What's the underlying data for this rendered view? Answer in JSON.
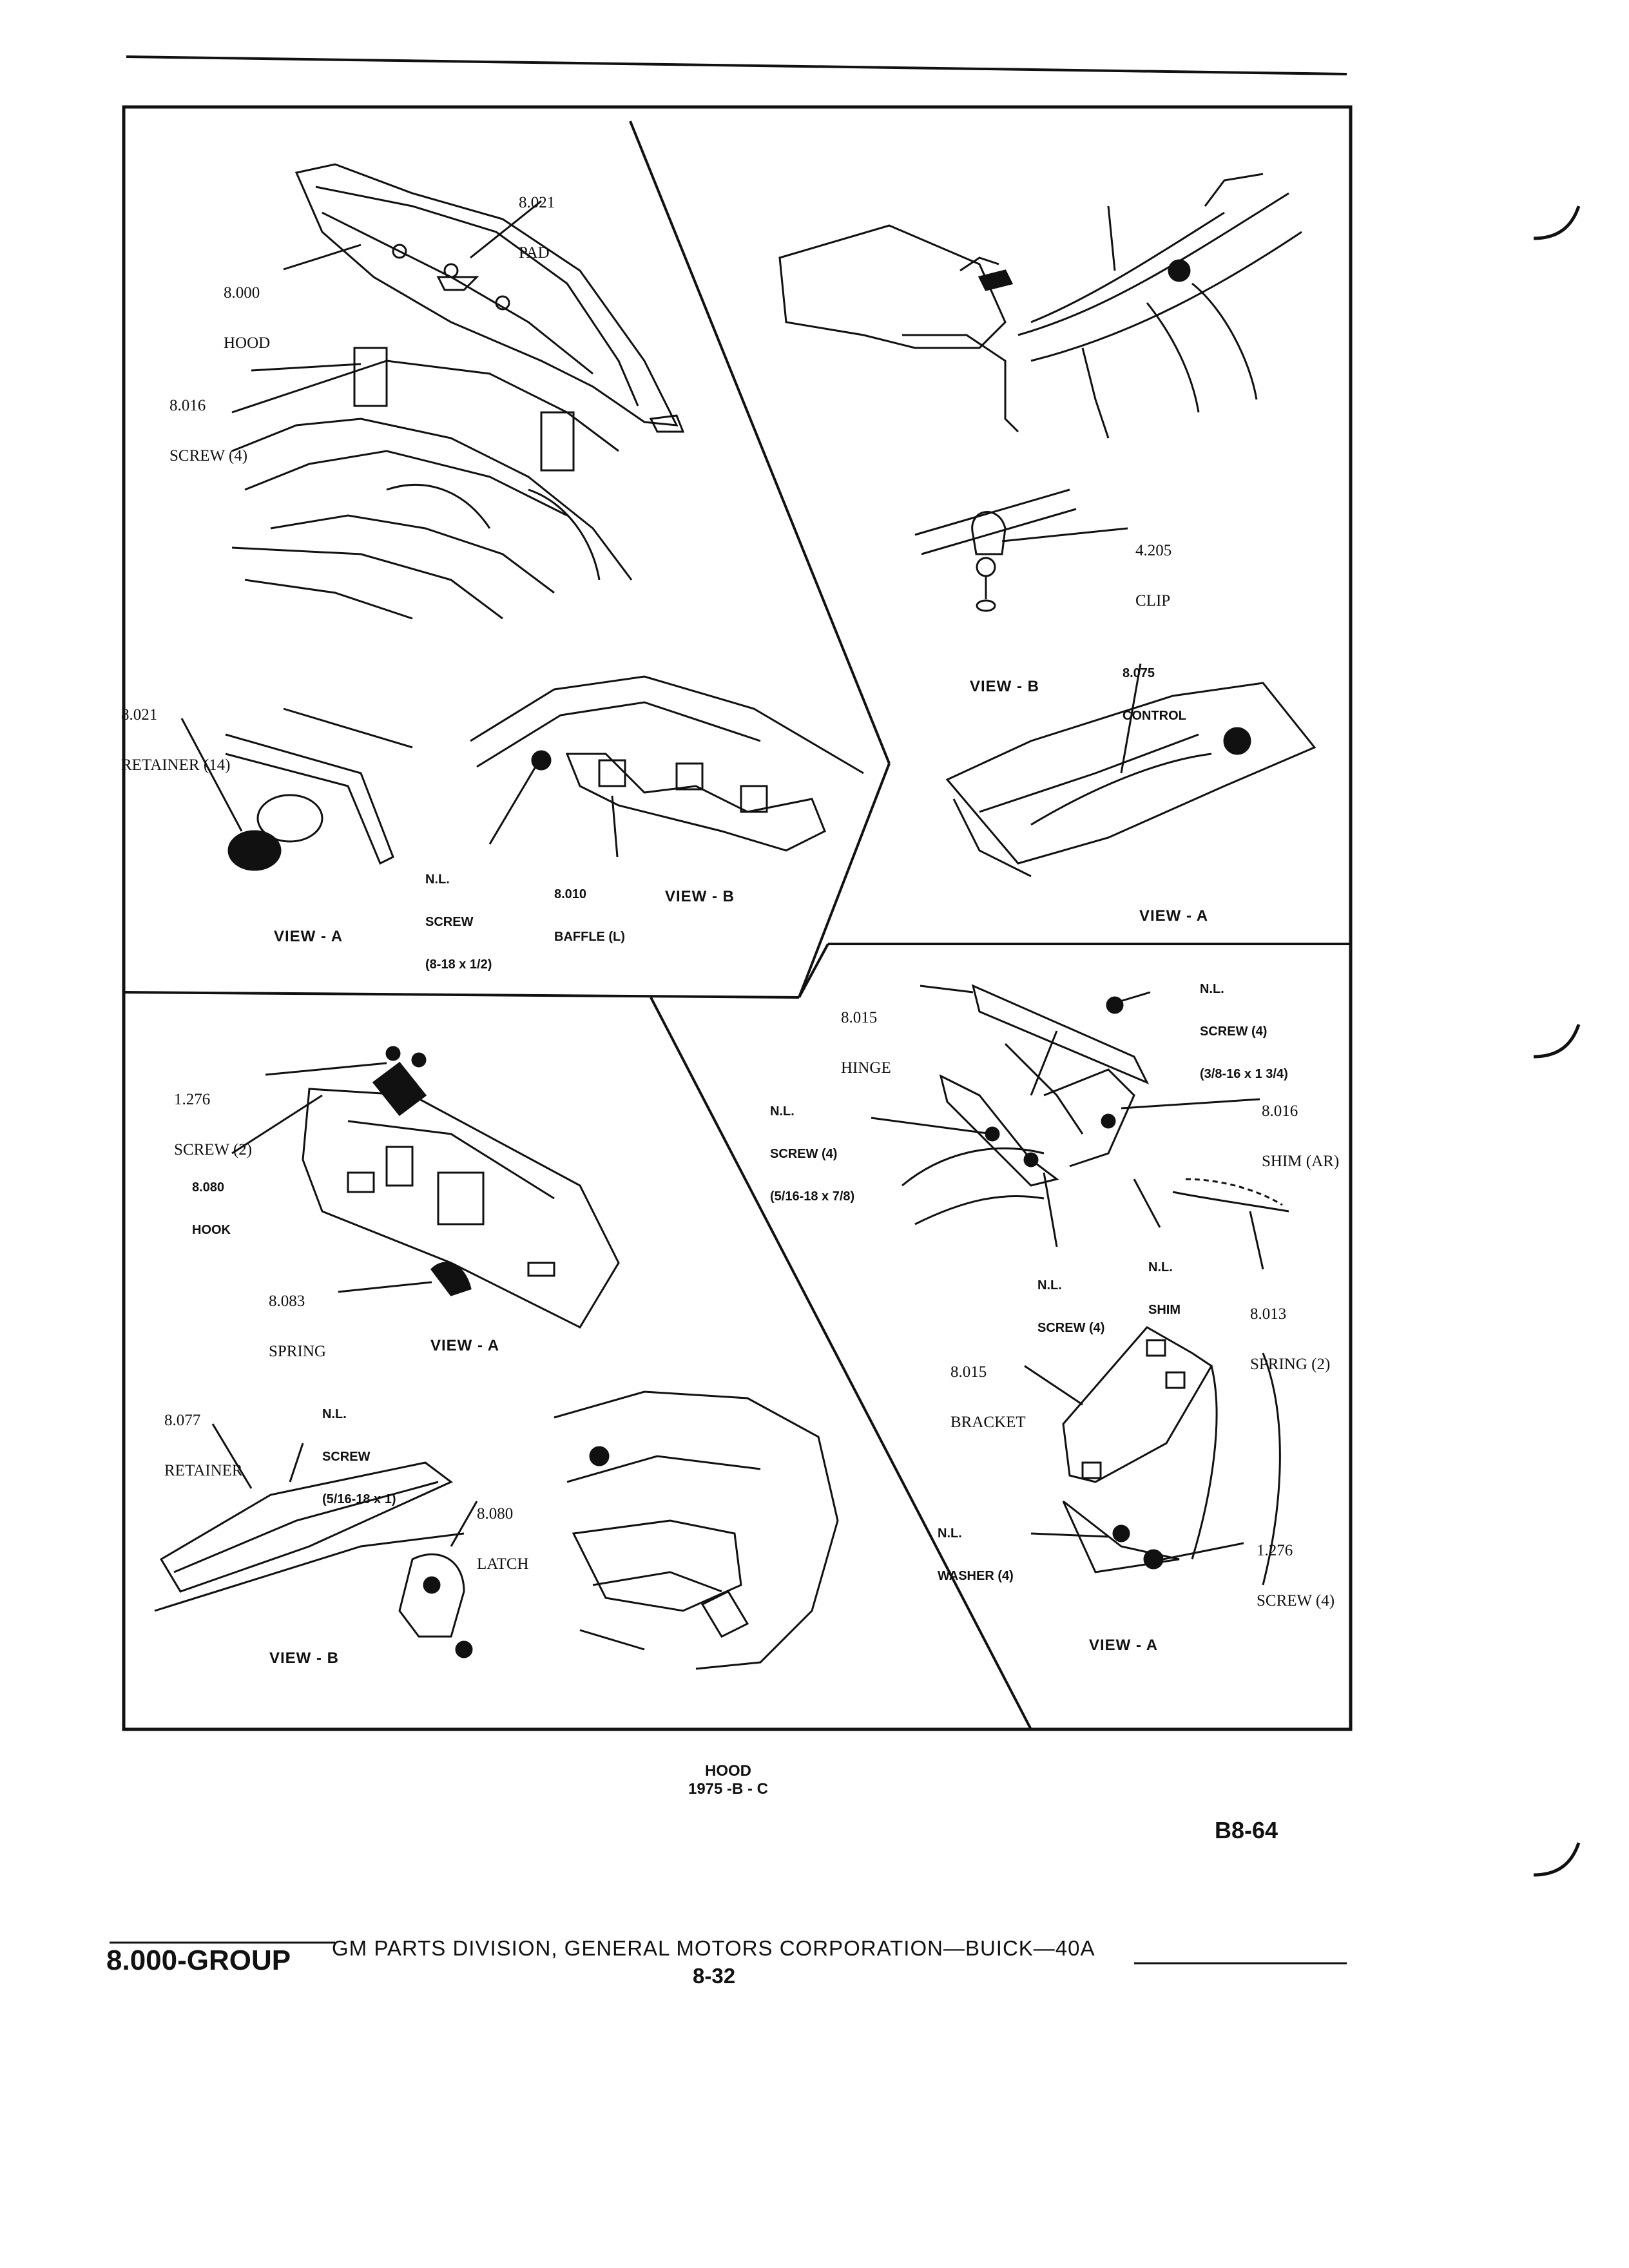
{
  "diagram": {
    "caption": {
      "title": "HOOD",
      "subtitle": "1975 -B - C"
    },
    "page_ref": "B8-64",
    "panels": {
      "top_left": {
        "labels": {
          "pad": [
            "8.021",
            "PAD"
          ],
          "hood": [
            "8.000",
            "HOOD"
          ],
          "screw4": [
            "8.016",
            "SCREW (4)"
          ],
          "retainer14": [
            "8.021",
            "RETAINER (14)"
          ],
          "nl_screw": [
            "N.L.",
            "SCREW",
            "(8-18 x 1/2)"
          ],
          "baffle": [
            "8.010",
            "BAFFLE (L)"
          ]
        },
        "view_a": "VIEW - A",
        "view_b": "VIEW - B"
      },
      "top_right": {
        "labels": {
          "clip": [
            "4.205",
            "CLIP"
          ],
          "control": [
            "8.075",
            "CONTROL"
          ]
        },
        "view_b": "VIEW - B",
        "view_a": "VIEW - A"
      },
      "bottom_left": {
        "labels": {
          "screw2": [
            "1.276",
            "SCREW (2)"
          ],
          "hook": [
            "8.080",
            "HOOK"
          ],
          "spring": [
            "8.083",
            "SPRING"
          ],
          "retainer": [
            "8.077",
            "RETAINER"
          ],
          "nl_screw": [
            "N.L.",
            "SCREW",
            "(5/16-18 x 1)"
          ],
          "latch": [
            "8.080",
            "LATCH"
          ]
        },
        "view_a": "VIEW - A",
        "view_b": "VIEW - B"
      },
      "bottom_right": {
        "labels": {
          "hinge": [
            "8.015",
            "HINGE"
          ],
          "nl_screw_top": [
            "N.L.",
            "SCREW (4)",
            "(3/8-16 x 1 3/4)"
          ],
          "shim_ar": [
            "8.016",
            "SHIM (AR)"
          ],
          "nl_screw_left": [
            "N.L.",
            "SCREW (4)",
            "(5/16-18 x 7/8)"
          ],
          "nl_screw_bottom": [
            "N.L.",
            "SCREW (4)"
          ],
          "nl_shim": [
            "N.L.",
            "SHIM"
          ],
          "spring2": [
            "8.013",
            "SPRING (2)"
          ],
          "bracket": [
            "8.015",
            "BRACKET"
          ],
          "washer": [
            "N.L.",
            "WASHER (4)"
          ],
          "screw4": [
            "1.276",
            "SCREW (4)"
          ]
        },
        "view_a": "VIEW - A"
      }
    }
  },
  "footer": {
    "group": "8.000-GROUP",
    "publisher": "GM PARTS DIVISION, GENERAL MOTORS CORPORATION—BUICK—40A",
    "page_number": "8-32"
  }
}
